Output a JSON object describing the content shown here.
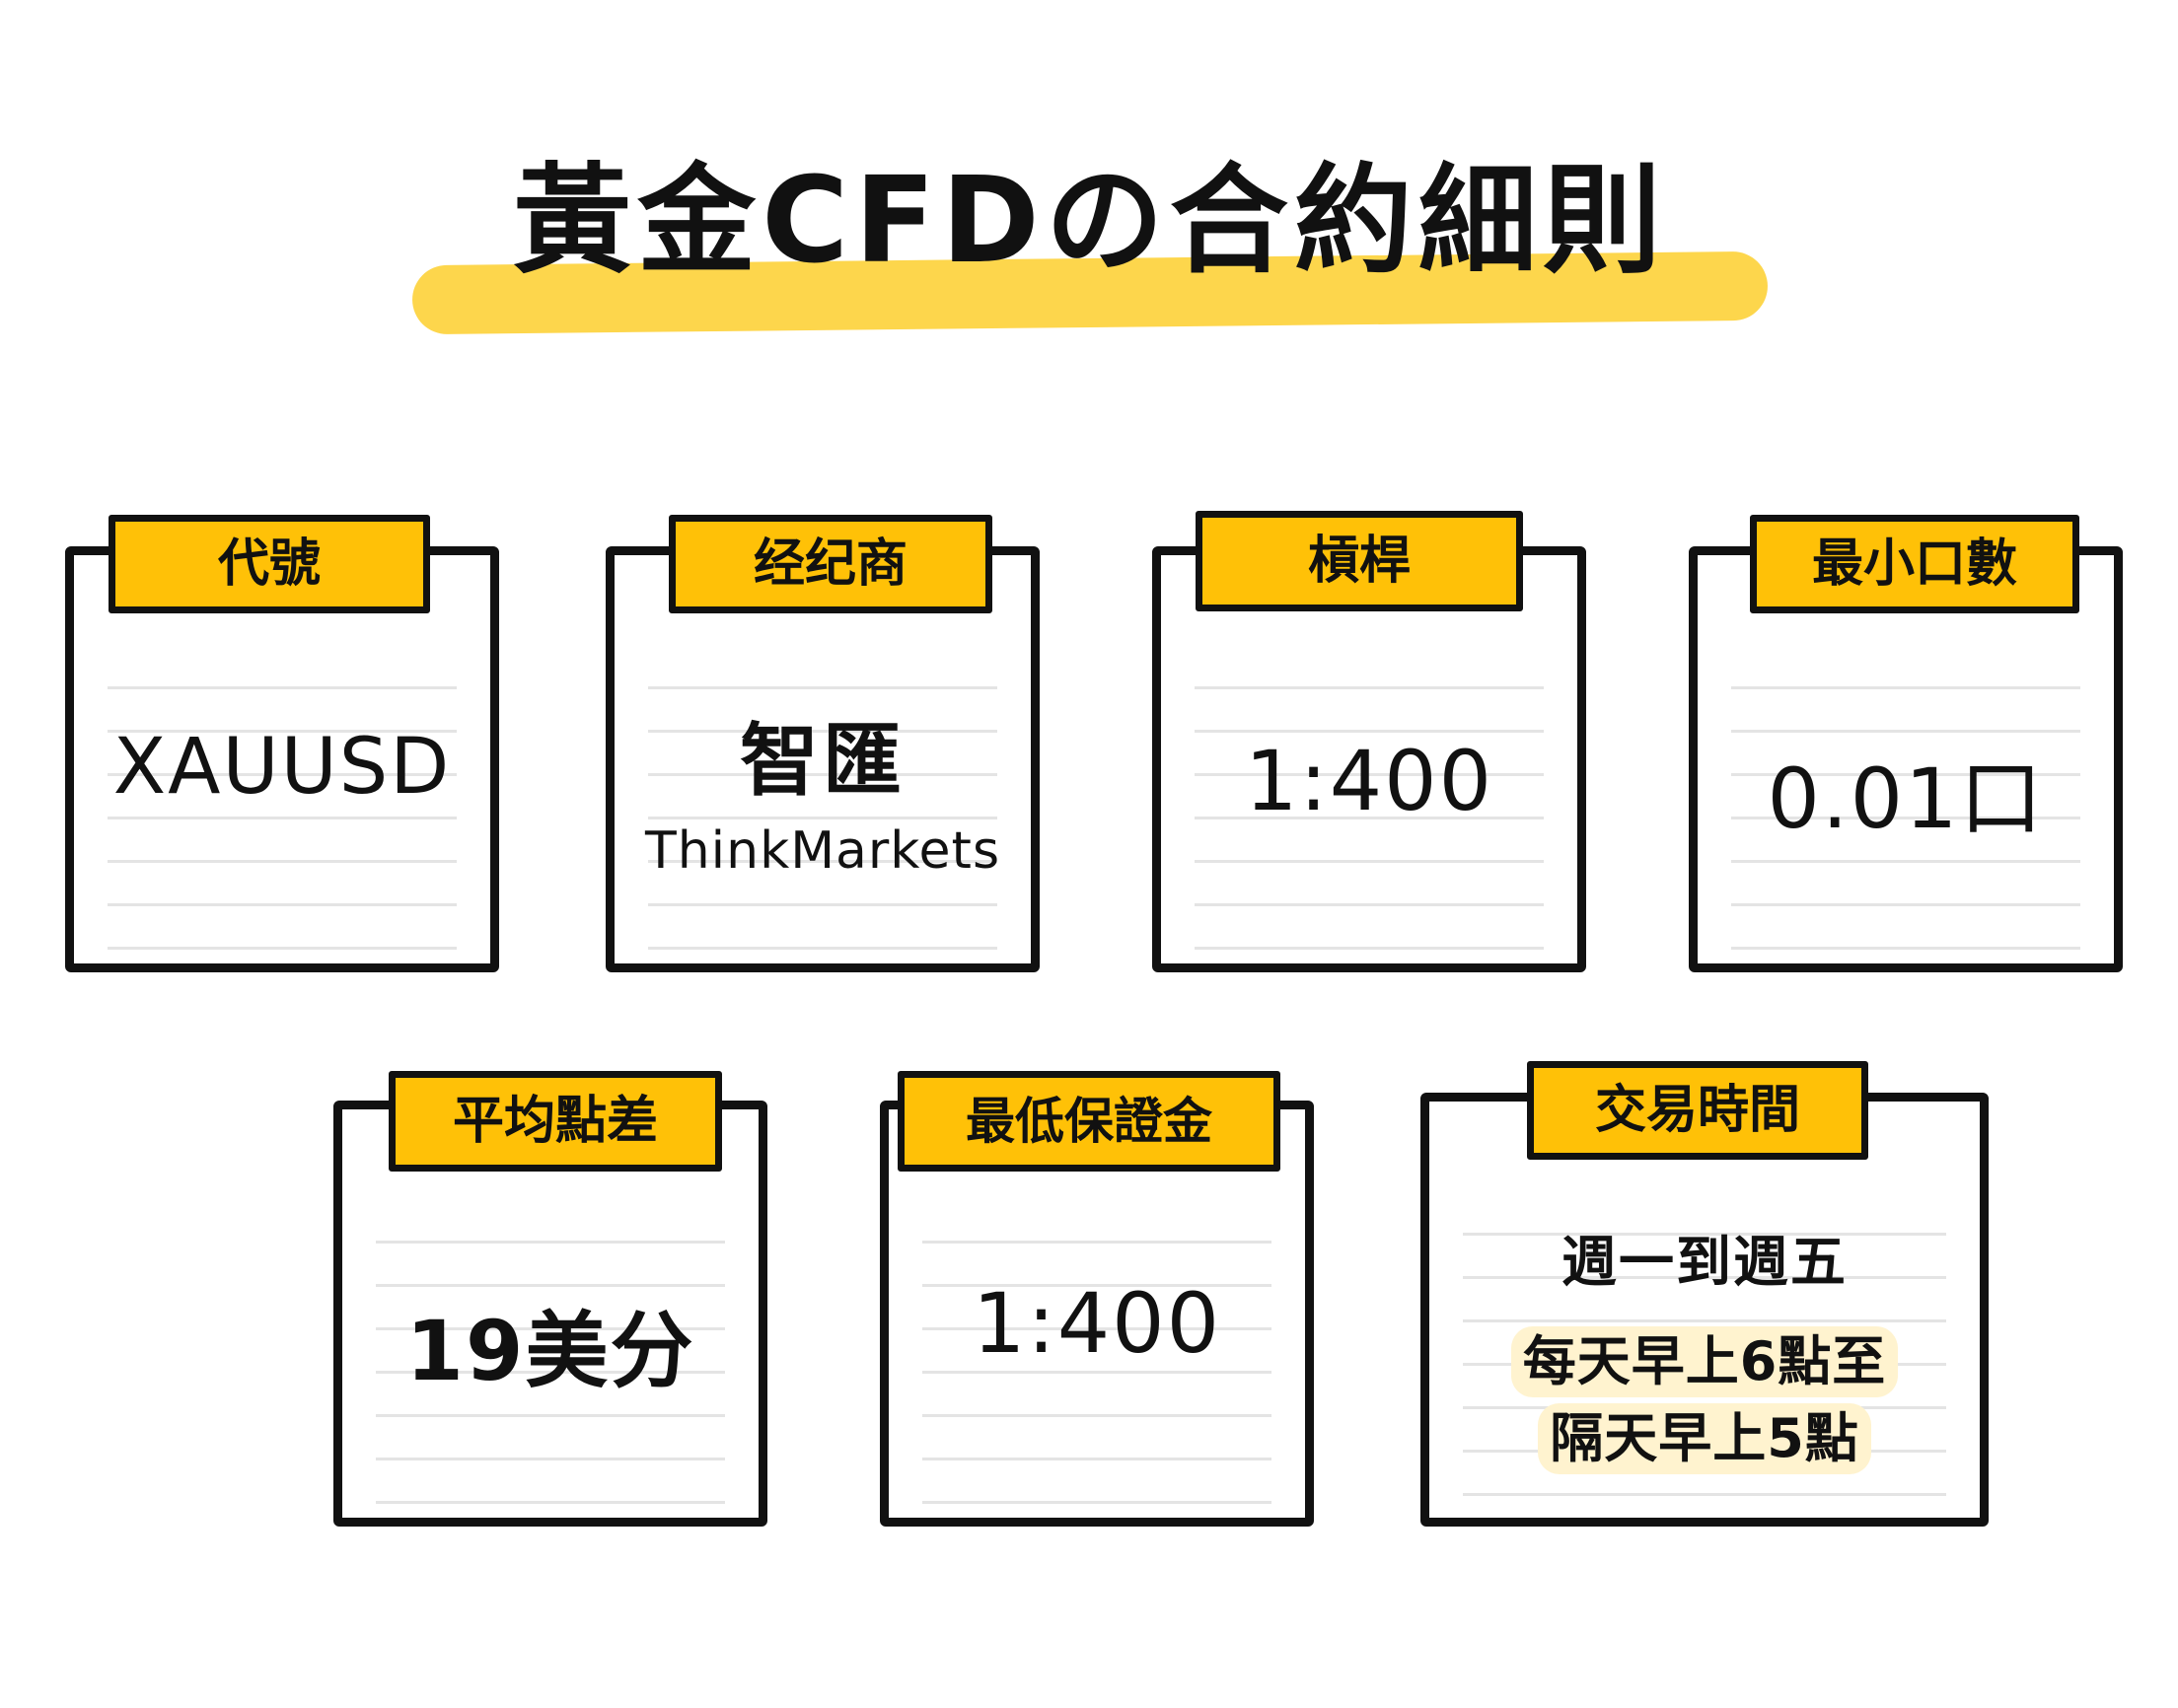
{
  "title": "黃金CFDの合約細則",
  "colors": {
    "tab": "#FFC107",
    "highlight": "#FDD64C",
    "note_highlight": "#FFF3CF",
    "ink": "#111111"
  },
  "cards": {
    "symbol": {
      "label": "代號",
      "value": "XAUUSD"
    },
    "broker": {
      "label": "经纪商",
      "value": "智匯",
      "sub": "ThinkMarkets"
    },
    "leverage": {
      "label": "槓桿",
      "value": "1:400"
    },
    "min_lot": {
      "label": "最小口數",
      "value": "0.01口"
    },
    "spread": {
      "label": "平均點差",
      "value": "19美分"
    },
    "margin": {
      "label": "最低保證金",
      "value": "1:400"
    },
    "hours": {
      "label": "交易時間",
      "days": "週一到週五",
      "line1": "每天早上6點至",
      "line2": "隔天早上5點"
    }
  }
}
